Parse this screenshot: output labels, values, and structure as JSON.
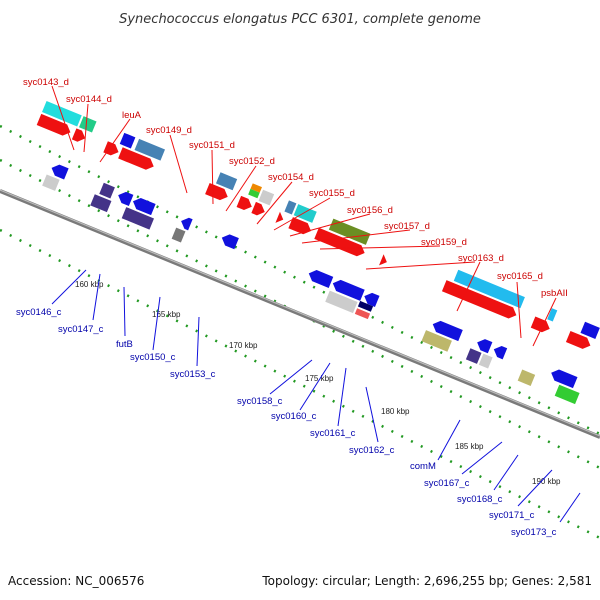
{
  "title": "Synechococcus elongatus PCC 6301, complete genome",
  "footer": {
    "accession": "Accession: NC_006576",
    "topology": "Topology: circular; Length: 2,696,255 bp; Genes: 2,581"
  },
  "colors": {
    "red_feature": "#ee1111",
    "blue_feature": "#1111dd",
    "top_label": "#cc0000",
    "bottom_label": "#0000aa",
    "backbone": "#888888",
    "tick": "#229922"
  },
  "kbp_ticks": [
    "160 kbp",
    "165 kbp",
    "170 kbp",
    "175 kbp",
    "180 kbp",
    "185 kbp",
    "190 kbp"
  ],
  "top_labels": [
    "syc0143_d",
    "syc0144_d",
    "leuA",
    "syc0149_d",
    "syc0151_d",
    "syc0152_d",
    "syc0154_d",
    "syc0155_d",
    "syc0156_d",
    "syc0157_d",
    "syc0159_d",
    "syc0163_d",
    "syc0165_d",
    "psbAII"
  ],
  "bottom_labels": [
    "syc0146_c",
    "syc0147_c",
    "futB",
    "syc0150_c",
    "syc0153_c",
    "syc0158_c",
    "syc0160_c",
    "syc0161_c",
    "syc0162_c",
    "comM",
    "syc0167_c",
    "syc0168_c",
    "syc0171_c",
    "syc0173_c"
  ]
}
